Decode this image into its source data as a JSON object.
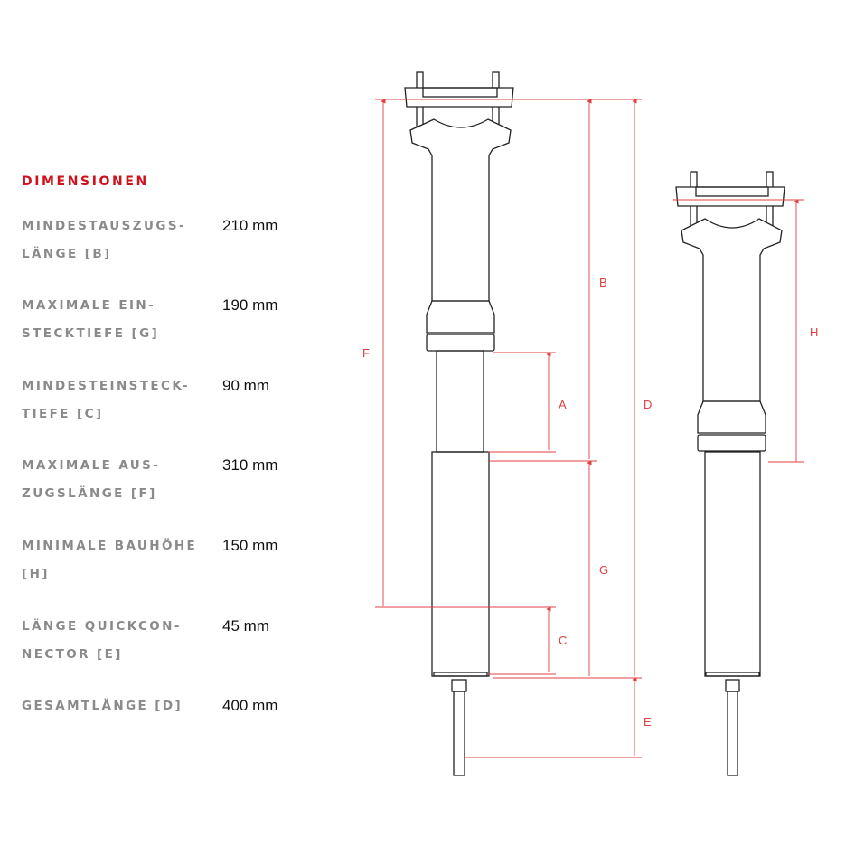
{
  "section_title": "DIMENSIONEN",
  "dimensions": [
    {
      "label_line1": "MINDESTAUSZUGS-",
      "label_line2": "LÄNGE [B]",
      "value": "210 mm"
    },
    {
      "label_line1": "MAXIMALE EIN-",
      "label_line2": "STECKTIEFE [G]",
      "value": "190 mm"
    },
    {
      "label_line1": "MINDESTEINSTECK-",
      "label_line2": "TIEFE [C]",
      "value": "90 mm"
    },
    {
      "label_line1": "MAXIMALE AUS-",
      "label_line2": "ZUGSLÄNGE [F]",
      "value": "310 mm"
    },
    {
      "label_line1": "MINIMALE BAUHÖHE",
      "label_line2": "[H]",
      "value": "150 mm"
    },
    {
      "label_line1": "LÄNGE QUICKCON-",
      "label_line2": "NECTOR [E]",
      "value": "45 mm"
    },
    {
      "label_line1": "GESAMTLÄNGE [D]",
      "label_line2": "",
      "value": "400 mm"
    }
  ],
  "diagram_labels": {
    "A": "A",
    "B": "B",
    "C": "C",
    "D": "D",
    "E": "E",
    "F": "F",
    "G": "G",
    "H": "H"
  },
  "colors": {
    "accent": "#d0101b",
    "dimension_line": "#e04040",
    "label_gray": "#8a8a8a"
  }
}
